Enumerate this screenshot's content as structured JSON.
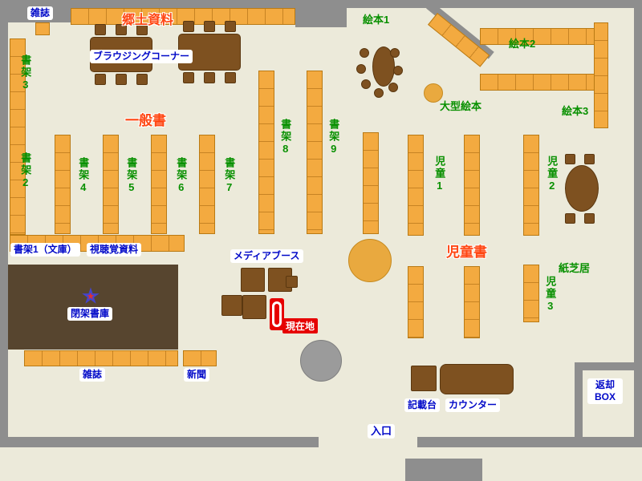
{
  "colors": {
    "wall": "#8E8E8E",
    "floor": "#ECEADA",
    "shelf": "#F3AA40",
    "shelf_border": "#B97A14",
    "furniture": "#7E5120",
    "closed_stack": "#57452F",
    "label_green": "#089000",
    "label_blue": "#0008C8",
    "label_red": "#FF4612",
    "current_red": "#E60000"
  },
  "icons": {
    "star": "★"
  },
  "labels": {
    "magazines_top": "雑誌",
    "local_materials": "郷土資料",
    "browsing_corner": "ブラウジングコーナー",
    "shelf3": "書架3",
    "shelf2": "書架2",
    "general_books": "一般書",
    "shelf4": "書架4",
    "shelf5": "書架5",
    "shelf6": "書架6",
    "shelf7": "書架7",
    "shelf8": "書架8",
    "shelf9": "書架9",
    "picture_books1": "絵本1",
    "picture_books2": "絵本2",
    "picture_books3": "絵本3",
    "large_picture_books": "大型絵本",
    "children1": "児童1",
    "children2": "児童2",
    "children3": "児童3",
    "children_books": "児童書",
    "kamishibai": "紙芝居",
    "shelf1_bunko": "書架1（文庫）",
    "av_materials": "視聴覚資料",
    "media_booth": "メディアブース",
    "closed_stacks": "閉架書庫",
    "current_location": "現在地",
    "magazines_bottom": "雑誌",
    "newspapers": "新聞",
    "writing_desk": "記載台",
    "counter": "カウンター",
    "return_box": "返却BOX",
    "entrance": "入口"
  }
}
